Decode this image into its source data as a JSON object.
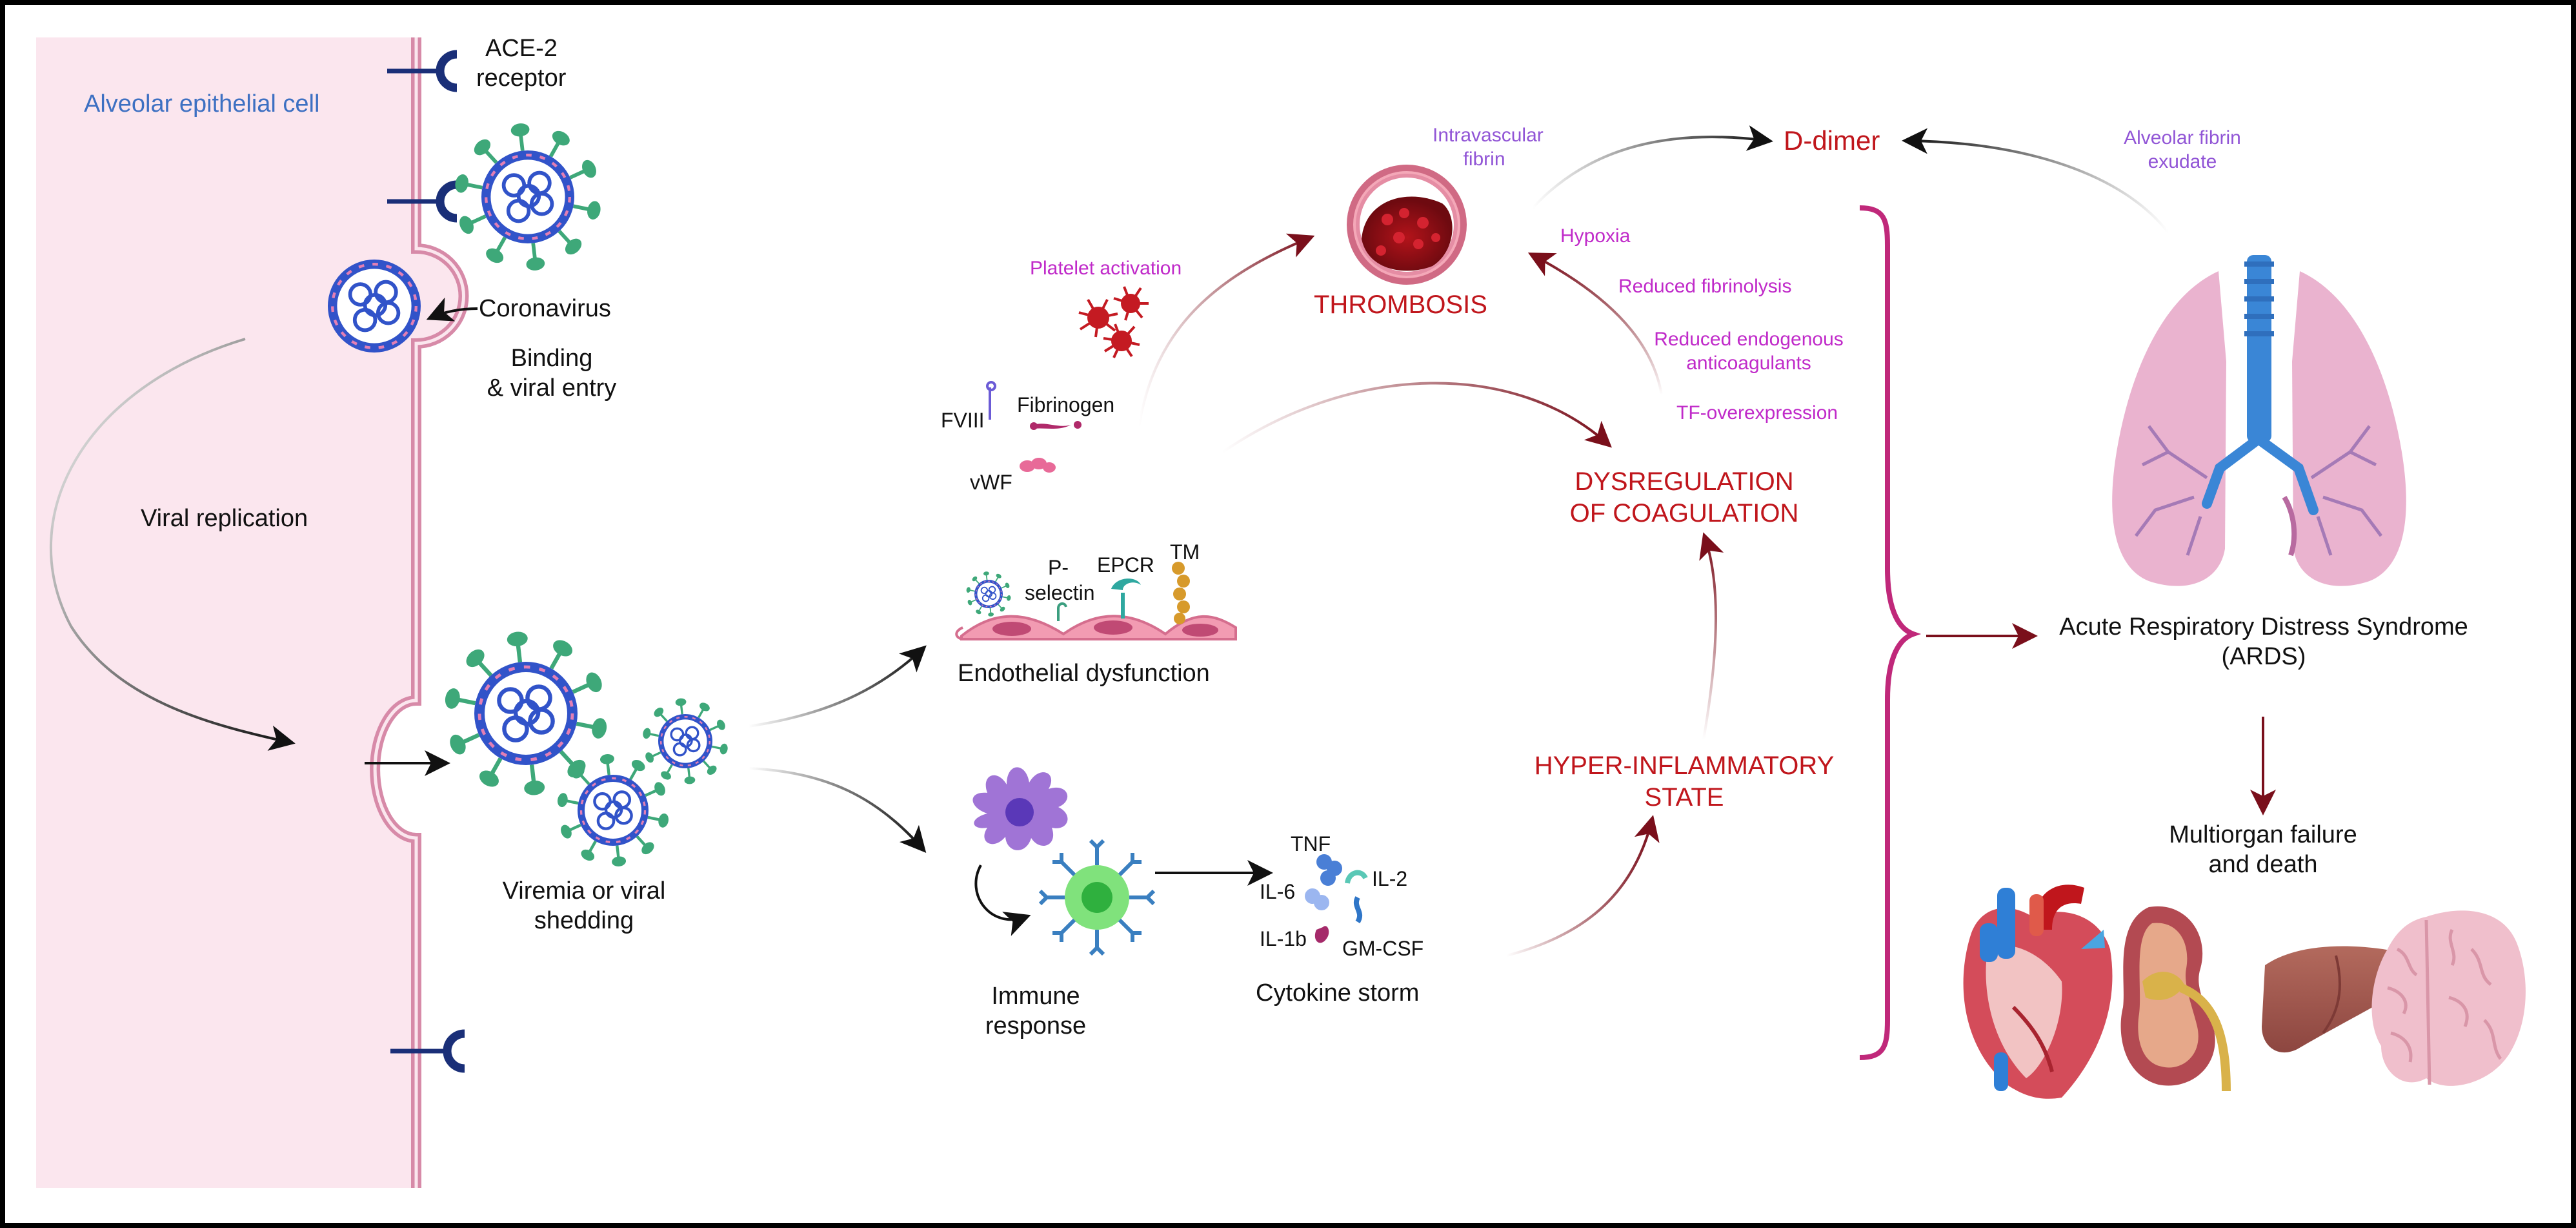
{
  "cell_label": "Alveolar epithelial cell",
  "receptor": {
    "line1": "ACE-2",
    "line2": "receptor"
  },
  "virus_label": "Coronavirus",
  "binding": {
    "line1": "Binding",
    "line2": "& viral entry"
  },
  "replication": "Viral replication",
  "viremia": {
    "line1": "Viremia or viral",
    "line2": "shedding"
  },
  "platelet_activation": "Platelet activation",
  "factors": {
    "fviii": "FVIII",
    "fibrinogen": "Fibrinogen",
    "vwf": "vWF"
  },
  "endothelial": {
    "p_selectin_1": "P-",
    "p_selectin_2": "selectin",
    "epcr": "EPCR",
    "tm": "TM",
    "label": "Endothelial dysfunction"
  },
  "immune": {
    "line1": "Immune",
    "line2": "response"
  },
  "cytokines": {
    "tnf": "TNF",
    "il6": "IL-6",
    "il2": "IL-2",
    "il1b": "IL-1b",
    "gmcsf": "GM-CSF",
    "label": "Cytokine storm"
  },
  "intravascular": {
    "line1": "Intravascular",
    "line2": "fibrin"
  },
  "thrombosis": "THROMBOSIS",
  "d_dimer": "D-dimer",
  "alveolar_exudate": {
    "line1": "Alveolar fibrin",
    "line2": "exudate"
  },
  "coag_factors": {
    "hypoxia": "Hypoxia",
    "fibrinolysis": "Reduced fibrinolysis",
    "anticoag_1": "Reduced endogenous",
    "anticoag_2": "anticoagulants",
    "tf": "TF-overexpression"
  },
  "dysregulation": {
    "line1": "DYSREGULATION",
    "line2": "OF COAGULATION"
  },
  "hyperinflammatory": {
    "line1": "HYPER-INFLAMMATORY",
    "line2": "STATE"
  },
  "ards": {
    "line1": "Acute Respiratory Distress Syndrome",
    "line2": "(ARDS)"
  },
  "multiorgan": {
    "line1": "Multiorgan failure",
    "line2": "and death"
  },
  "colors": {
    "cell_fill": "#fbe6ee",
    "membrane": "#d78aa8",
    "receptor": "#1a2f78",
    "virus_capsid": "#3153c9",
    "virus_spike": "#3ea879",
    "red_text": "#c0161c",
    "violet_text": "#9155d6",
    "magenta_text": "#c02ac9",
    "arrow_dark": "#7a0f1b"
  },
  "icons": [
    "coronavirus-icon",
    "ace2-receptor-icon",
    "platelet-icon",
    "thrombus-vessel-icon",
    "lungs-icon",
    "heart-icon",
    "kidney-icon",
    "liver-icon",
    "brain-icon",
    "dendritic-cell-icon",
    "t-cell-icon",
    "endothelial-cells-icon"
  ]
}
